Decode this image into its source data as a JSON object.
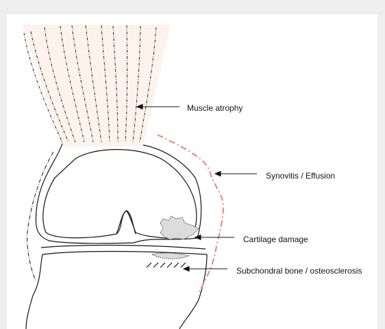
{
  "labels": {
    "muscle": "Muscle atrophy",
    "synovitis": "Synovitis / Effusion",
    "cartilage": "Cartilage damage",
    "subchondral": "Subchondral bone / osteosclerosis"
  },
  "colors": {
    "background": "#eeeeee",
    "panel": "#ffffff",
    "muscle_fill": "#fdf3ec",
    "synovitis_line": "#f08a80",
    "cartilage_fill": "#dcdcdc",
    "outline": "#111111"
  }
}
